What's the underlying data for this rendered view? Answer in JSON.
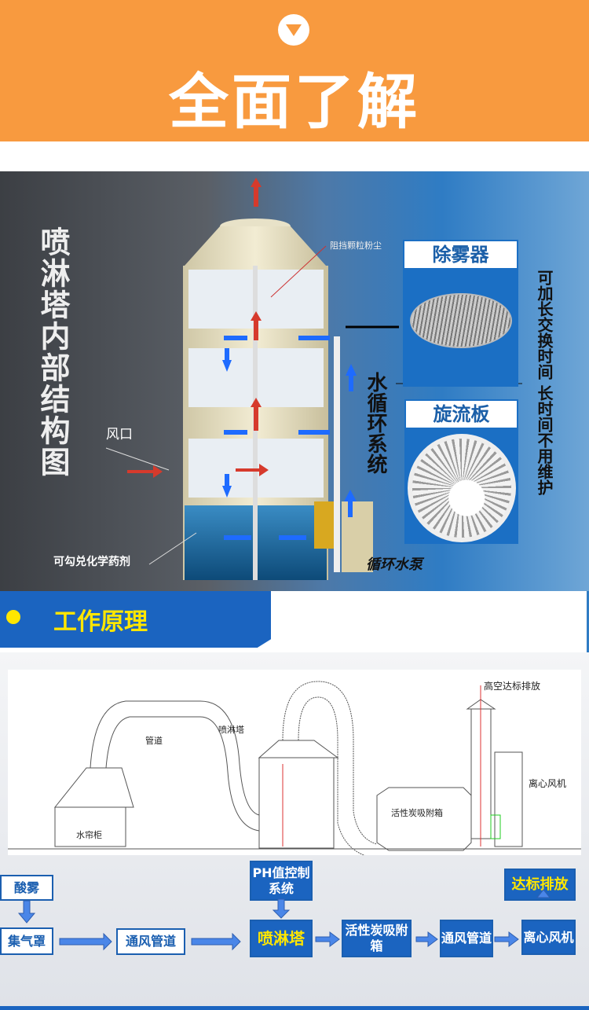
{
  "header": {
    "title": "全面了解",
    "icon": "chevron-down-circle-icon"
  },
  "scene": {
    "title": "喷淋塔内部结构图",
    "labels": {
      "dust": "阻挡颗粒粉尘",
      "air_inlet": "风口",
      "chemical": "可勾兑化学药剂",
      "pump": "循环水泵",
      "water_system": "水循环系统"
    },
    "panels": [
      {
        "title": "除雾器"
      },
      {
        "title": "旋流板"
      }
    ],
    "side_note": "可加长交换时间 长时间不用维护"
  },
  "section": {
    "title": "工作原理"
  },
  "drawing": {
    "labels": {
      "exhaust": "高空达标排放",
      "pipe": "管道",
      "tower": "喷淋塔",
      "fan": "离心风机",
      "carbon": "活性炭吸附箱",
      "cabinet": "水帘柜"
    }
  },
  "flow": {
    "acid_mist": "酸雾",
    "hood": "集气罩",
    "duct1": "通风管道",
    "ph": "PH值控制系统",
    "tower": "喷淋塔",
    "carbon": "活性炭吸附箱",
    "duct2": "通风管道",
    "fan": "离心风机",
    "discharge": "达标排放"
  },
  "colors": {
    "orange": "#f89a3f",
    "blue": "#1b64c0",
    "yellow": "#ffe600"
  }
}
